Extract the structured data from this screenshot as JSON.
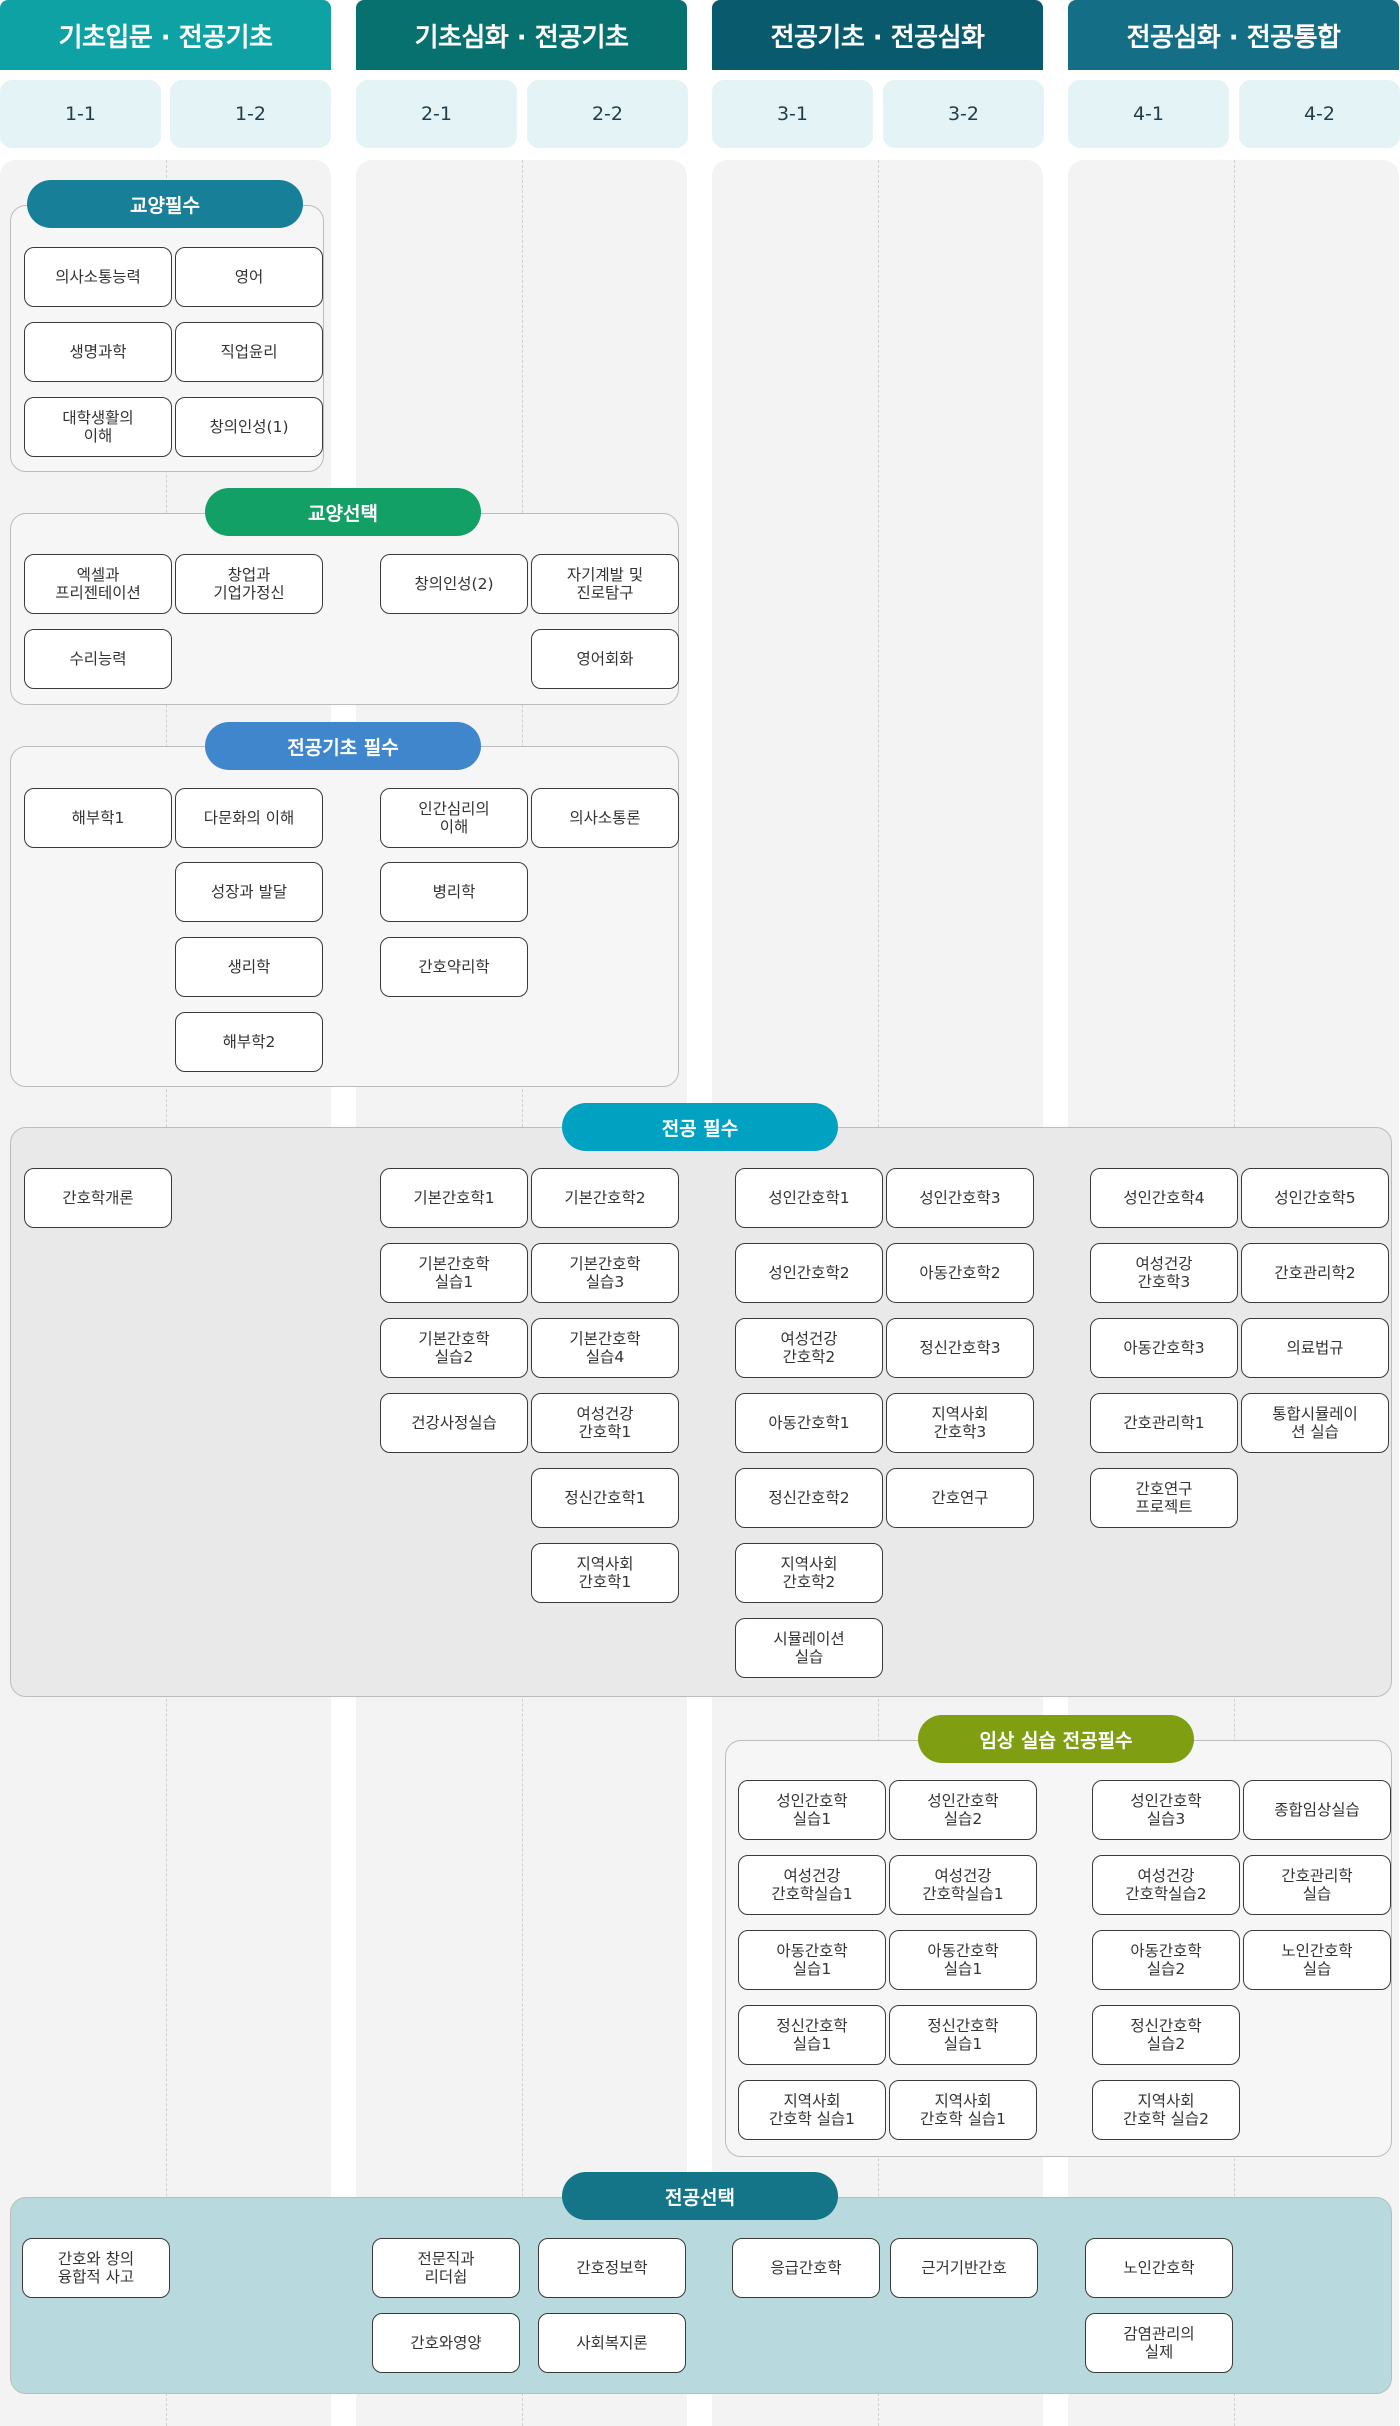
{
  "years": [
    {
      "title": "기초입문 · 전공기초",
      "color": "#0fa2a4",
      "semesters": [
        "1-1",
        "1-2"
      ]
    },
    {
      "title": "기초심화 · 전공기초",
      "color": "#07716f",
      "semesters": [
        "2-1",
        "2-2"
      ]
    },
    {
      "title": "전공기초 · 전공심화",
      "color": "#085a6c",
      "semesters": [
        "3-1",
        "3-2"
      ]
    },
    {
      "title": "전공심화 · 전공통합",
      "color": "#146f86",
      "semesters": [
        "4-1",
        "4-2"
      ]
    }
  ],
  "groups": [
    {
      "label": "교양필수",
      "color": "#187f98",
      "courses": [
        {
          "text": "의사소통능력"
        },
        {
          "text": "영어"
        },
        {
          "text": "생명과학"
        },
        {
          "text": "직업윤리"
        },
        {
          "text": "대학생활의\n이해"
        },
        {
          "text": "창의인성(1)"
        }
      ]
    },
    {
      "label": "교양선택",
      "color": "#13a066",
      "courses": [
        {
          "text": "엑셀과\n프리젠테이션"
        },
        {
          "text": "창업과\n기업가정신"
        },
        {
          "text": "창의인성(2)"
        },
        {
          "text": "자기계발 및\n진로탐구"
        },
        {
          "text": "수리능력"
        },
        {
          "text": "영어회화"
        }
      ]
    },
    {
      "label": "전공기초 필수",
      "color": "#3f86cd",
      "courses": [
        {
          "text": "해부학1"
        },
        {
          "text": "다문화의 이해"
        },
        {
          "text": "인간심리의\n이해"
        },
        {
          "text": "의사소통론"
        },
        {
          "text": "성장과 발달"
        },
        {
          "text": "병리학"
        },
        {
          "text": "생리학"
        },
        {
          "text": "간호약리학"
        },
        {
          "text": "해부학2"
        }
      ]
    },
    {
      "label": "전공 필수",
      "color": "#00a1c1",
      "courses": [
        {
          "text": "간호학개론"
        },
        {
          "text": "기본간호학1"
        },
        {
          "text": "기본간호학2"
        },
        {
          "text": "성인간호학1"
        },
        {
          "text": "성인간호학3"
        },
        {
          "text": "성인간호학4"
        },
        {
          "text": "성인간호학5"
        },
        {
          "text": "기본간호학\n실습1"
        },
        {
          "text": "기본간호학\n실습3"
        },
        {
          "text": "성인간호학2"
        },
        {
          "text": "아동간호학2"
        },
        {
          "text": "여성건강\n간호학3"
        },
        {
          "text": "간호관리학2"
        },
        {
          "text": "기본간호학\n실습2"
        },
        {
          "text": "기본간호학\n실습4"
        },
        {
          "text": "여성건강\n간호학2"
        },
        {
          "text": "정신간호학3"
        },
        {
          "text": "아동간호학3"
        },
        {
          "text": "의료법규"
        },
        {
          "text": "건강사정실습"
        },
        {
          "text": "여성건강\n간호학1"
        },
        {
          "text": "아동간호학1"
        },
        {
          "text": "지역사회\n간호학3"
        },
        {
          "text": "간호관리학1"
        },
        {
          "text": "통합시뮬레이\n션 실습"
        },
        {
          "text": "정신간호학1"
        },
        {
          "text": "정신간호학2"
        },
        {
          "text": "간호연구"
        },
        {
          "text": "간호연구\n프로젝트"
        },
        {
          "text": "지역사회\n간호학1"
        },
        {
          "text": "지역사회\n간호학2"
        },
        {
          "text": "시뮬레이션\n실습"
        }
      ]
    },
    {
      "label": "임상 실습 전공필수",
      "color": "#7f9e12",
      "courses": [
        {
          "text": "성인간호학\n실습1"
        },
        {
          "text": "성인간호학\n실습2"
        },
        {
          "text": "성인간호학\n실습3"
        },
        {
          "text": "종합임상실습"
        },
        {
          "text": "여성건강\n간호학실습1"
        },
        {
          "text": "여성건강\n간호학실습1"
        },
        {
          "text": "여성건강\n간호학실습2"
        },
        {
          "text": "간호관리학\n실습"
        },
        {
          "text": "아동간호학\n실습1"
        },
        {
          "text": "아동간호학\n실습1"
        },
        {
          "text": "아동간호학\n실습2"
        },
        {
          "text": "노인간호학\n실습"
        },
        {
          "text": "정신간호학\n실습1"
        },
        {
          "text": "정신간호학\n실습1"
        },
        {
          "text": "정신간호학\n실습2"
        },
        {
          "text": "지역사회\n간호학 실습1"
        },
        {
          "text": "지역사회\n간호학 실습1"
        },
        {
          "text": "지역사회\n간호학 실습2"
        }
      ]
    },
    {
      "label": "전공선택",
      "color": "#137587",
      "courses": [
        {
          "text": "간호와 창의\n융합적 사고"
        },
        {
          "text": "전문직과\n리더쉽"
        },
        {
          "text": "간호정보학"
        },
        {
          "text": "응급간호학"
        },
        {
          "text": "근거기반간호"
        },
        {
          "text": "노인간호학"
        },
        {
          "text": "간호와영양"
        },
        {
          "text": "사회복지론"
        },
        {
          "text": "감염관리의\n실제"
        }
      ]
    }
  ]
}
